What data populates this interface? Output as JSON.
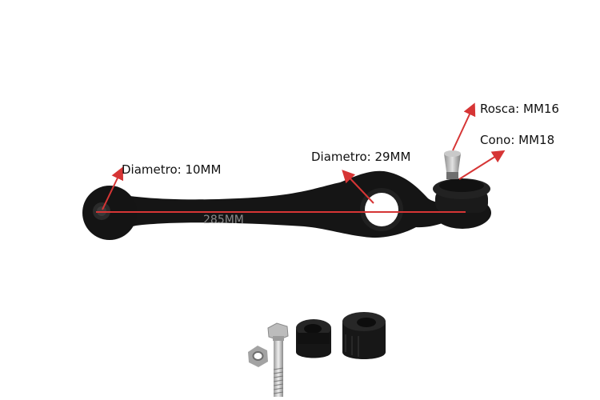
{
  "annotations": {
    "diametro_small": "Diametro: 10MM",
    "diametro_large": "Diametro: 29MM",
    "rosca": "Rosca: MM16",
    "cono": "Cono: MM18",
    "length": "285MM"
  },
  "colors": {
    "arrow": "#d63535",
    "part": "#151515",
    "stud": "#b7b7b7"
  }
}
